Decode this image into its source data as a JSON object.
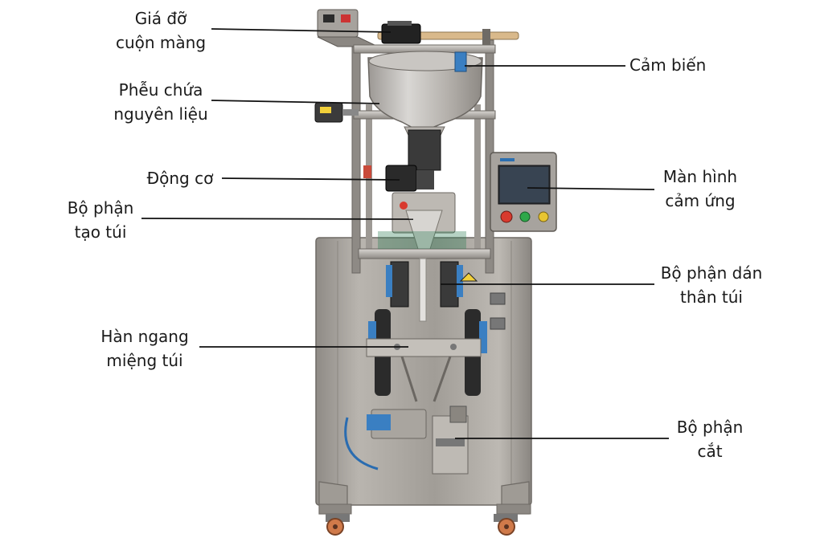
{
  "labels": {
    "film_roll_holder": "Giá đỡ\ncuộn màng",
    "hopper": "Phễu chứa\nnguyên liệu",
    "motor": "Động cơ",
    "bag_former": "Bộ phận\ntạo túi",
    "horizontal_sealer": "Hàn ngang\nmiệng túi",
    "sensor": "Cảm biến",
    "touch_screen": "Màn hình\ncảm ứng",
    "vertical_sealer": "Bộ phận dán\nthân túi",
    "cutter": "Bộ phận\ncắt"
  },
  "screen": {
    "brand": "▬▬",
    "buttons": [
      "#d83a2e",
      "#2fa84a",
      "#e8c531"
    ]
  },
  "colors": {
    "steel": "#a9a59f",
    "steel_dark": "#6f6b66",
    "leader": "#111111",
    "wheel": "#d07a4a"
  }
}
